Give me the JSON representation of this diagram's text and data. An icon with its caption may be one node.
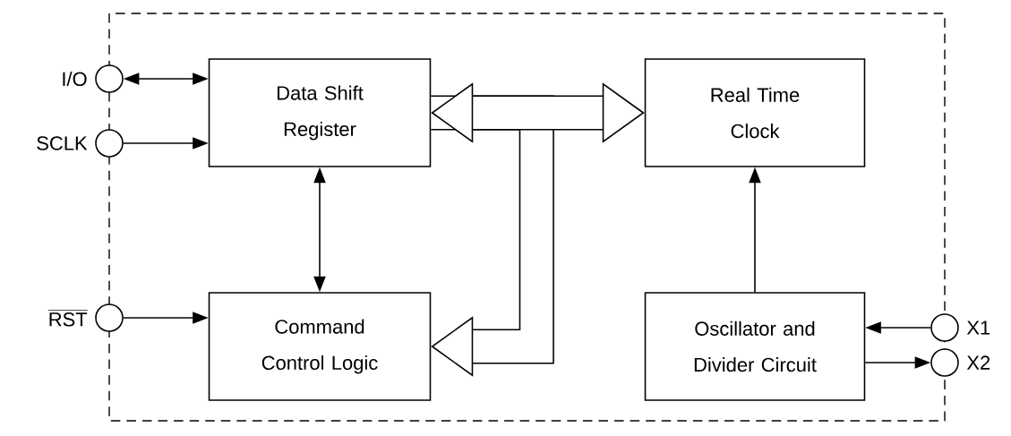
{
  "diagram": {
    "nodes": [
      {
        "text": [],
        "shape": "circle",
        "beside": [
          "I/O"
        ]
      },
      {
        "text": [],
        "shape": "circle",
        "beside": [
          "SCLK"
        ]
      },
      {
        "text": [],
        "shape": "circle",
        "beside": [
          "RST"
        ]
      },
      {
        "text": [
          "Data Shift Register"
        ]
      },
      {
        "text": [
          "Command Control Logic"
        ]
      },
      {
        "text": [
          "Real Time Clock"
        ]
      },
      {
        "text": [
          "Oscillator and Divider Circuit"
        ]
      },
      {
        "text": [],
        "shape": "circle",
        "beside": [
          "X1"
        ]
      },
      {
        "text": [],
        "shape": "circle",
        "beside": [
          "X2"
        ]
      }
    ],
    "edges": [
      {
        "from": 0,
        "to": 3,
        "arrow": "both"
      },
      {
        "from": 1,
        "to": 3,
        "arrow": "to"
      },
      {
        "from": 2,
        "to": 4,
        "arrow": "to"
      },
      {
        "from": 3,
        "to": 4,
        "arrow": "both"
      },
      {
        "from": 3,
        "to": 5,
        "arrow": "both",
        "style": "thick"
      },
      {
        "from": 3,
        "to": 4,
        "arrow": "to",
        "style": "thick"
      },
      {
        "from": 6,
        "to": 5,
        "arrow": "to"
      },
      {
        "from": 7,
        "to": 6,
        "arrow": "to"
      },
      {
        "from": 6,
        "to": 8,
        "arrow": "to"
      }
    ]
  }
}
